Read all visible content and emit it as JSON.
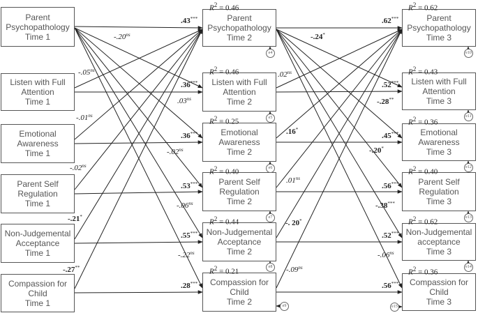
{
  "boxes": {
    "t1": [
      {
        "id": "pp1",
        "text": "Parent\nPsychopathology\nTime 1"
      },
      {
        "id": "la1",
        "text": "Listen with Full\nAttention\nTime 1"
      },
      {
        "id": "ea1",
        "text": "Emotional\nAwareness\nTime 1"
      },
      {
        "id": "sr1",
        "text": "Parent Self\nRegulation\nTime 1"
      },
      {
        "id": "nj1",
        "text": "Non-Judgemental\nAcceptance\nTime 1"
      },
      {
        "id": "cc1",
        "text": "Compassion for\nChild\nTime 1"
      }
    ],
    "t2": [
      {
        "id": "pp2",
        "text": "Parent\nPsychopathology\nTime 2"
      },
      {
        "id": "la2",
        "text": "Listen with Full\nAttention\nTime 2"
      },
      {
        "id": "ea2",
        "text": "Emotional\nAwareness\nTime 2"
      },
      {
        "id": "sr2",
        "text": "Parent Self\nRegulation\nTime 2"
      },
      {
        "id": "nj2",
        "text": "Non-Judgemental\nAcceptance\nTime 2"
      },
      {
        "id": "cc2",
        "text": "Compassion for\nChild\nTime 2"
      }
    ],
    "t3": [
      {
        "id": "pp3",
        "text": "Parent\nPsychopathology\nTime 3"
      },
      {
        "id": "la3",
        "text": "Listen with Full\nAttention\nTime 3"
      },
      {
        "id": "ea3",
        "text": "Emotional\nAwareness\nTime 3"
      },
      {
        "id": "sr3",
        "text": "Parent Self\nRegulation\nTime 3"
      },
      {
        "id": "nj3",
        "text": "Non-Judgemental\nacceptance\nTime 3"
      },
      {
        "id": "cc3",
        "text": "Compassion for\nChild\nTime 3"
      }
    ]
  },
  "r2": {
    "t2": [
      "= 0.46",
      "= 0.46",
      "= 0.25",
      "= 0.40",
      "= 0.44",
      "= 0.21"
    ],
    "t3": [
      "= 0.62",
      "= 0.43",
      "= 0.36",
      "= 0.40",
      "= 0.62",
      "= 0.36"
    ]
  },
  "r2_symbol": "R",
  "r2_sup": "2",
  "error_labels": {
    "t2": [
      "e4",
      "e5",
      "e6",
      "e7",
      "e8",
      "e9"
    ],
    "t3": [
      "e10",
      "e11",
      "e12",
      "e13",
      "e14",
      "e15"
    ]
  },
  "coefficients": {
    "stability_t1_t2": [
      {
        "v": ".43",
        "sig": "***"
      },
      {
        "v": ".36",
        "sig": "***"
      },
      {
        "v": ".36",
        "sig": "***"
      },
      {
        "v": ".53",
        "sig": "***"
      },
      {
        "v": ".55",
        "sig": "***"
      },
      {
        "v": ".28",
        "sig": "***"
      }
    ],
    "stability_t2_t3": [
      {
        "v": ".62",
        "sig": "***"
      },
      {
        "v": ".52",
        "sig": "***"
      },
      {
        "v": ".45",
        "sig": "***"
      },
      {
        "v": ".56",
        "sig": "***"
      },
      {
        "v": ".52",
        "sig": "***"
      },
      {
        "v": ".56",
        "sig": "***"
      }
    ],
    "cross_t1_t2": [
      {
        "v": "-.20",
        "sig": "ns"
      },
      {
        "v": "-.05",
        "sig": "ns"
      },
      {
        "v": ".03",
        "sig": "ns"
      },
      {
        "v": "-.01",
        "sig": "ns"
      },
      {
        "v": "-.02",
        "sig": "ns"
      },
      {
        "v": "-.02",
        "sig": "ns"
      },
      {
        "v": "-.06",
        "sig": "ns"
      },
      {
        "v": "-.22",
        "sig": "ns"
      },
      {
        "v": "-.21",
        "sig": "*"
      },
      {
        "v": "-.27",
        "sig": "**"
      }
    ],
    "cross_t2_t3": [
      {
        "v": "-.24",
        "sig": "*"
      },
      {
        "v": ".02",
        "sig": "ns"
      },
      {
        "v": "-.28",
        "sig": "**"
      },
      {
        "v": ".16",
        "sig": "*"
      },
      {
        "v": "-.20",
        "sig": "*"
      },
      {
        "v": ".01",
        "sig": "ns"
      },
      {
        "v": "-.38",
        "sig": "***"
      },
      {
        "v": "-. 20",
        "sig": "*"
      },
      {
        "v": "-.06",
        "sig": "ns"
      },
      {
        "v": "-.09",
        "sig": "ns"
      }
    ]
  }
}
